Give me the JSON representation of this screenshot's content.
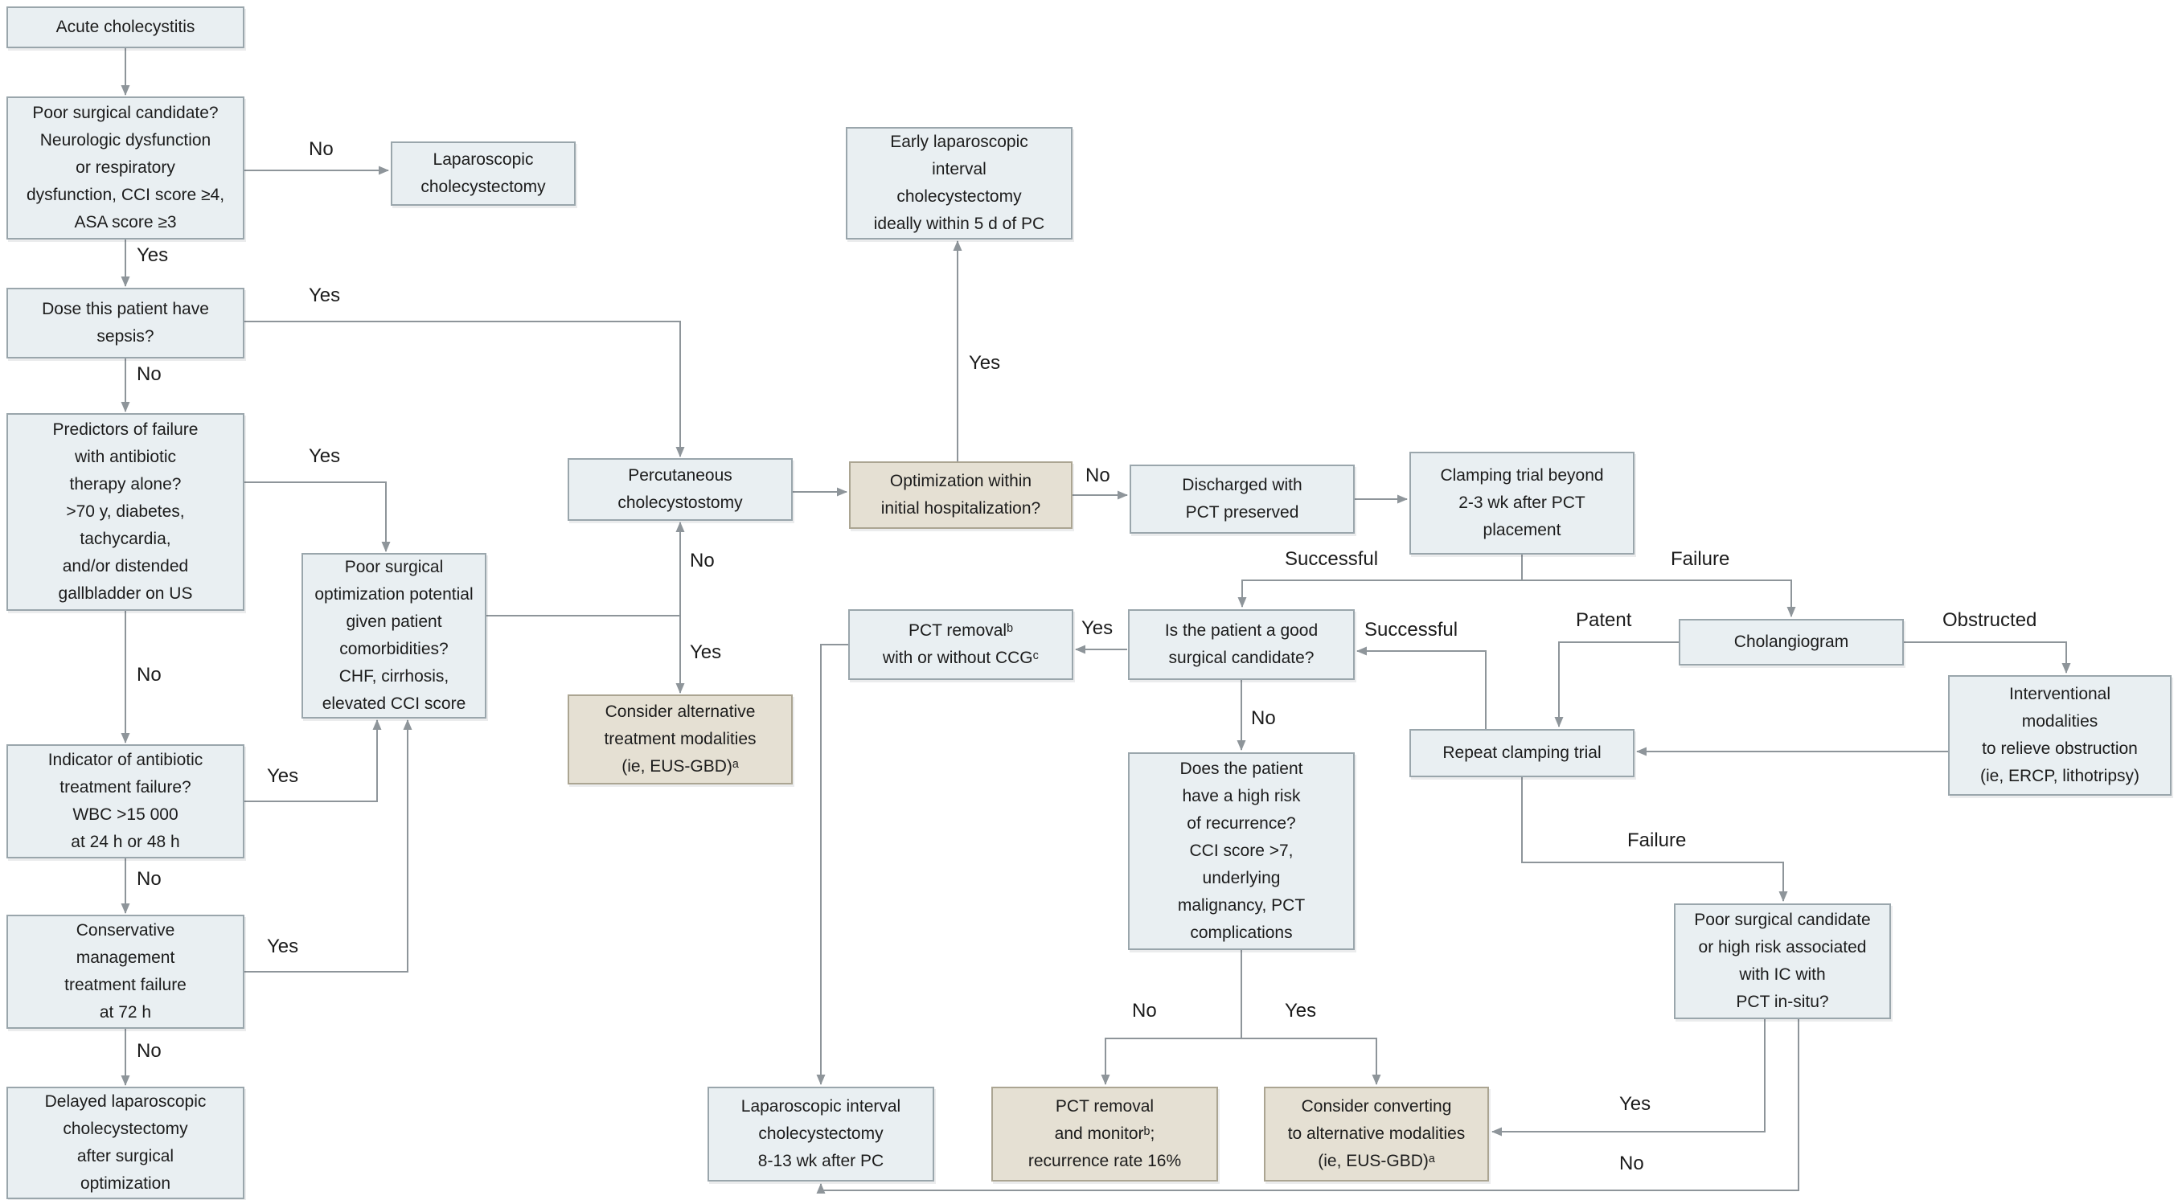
{
  "figure": {
    "title": "Acute cholecystitis management flowchart",
    "type": "flowchart"
  },
  "theme": {
    "background": "#ffffff",
    "box_fill": "#e9eff2",
    "box_fill_alt": "#e5e0d3",
    "box_border": "#9aa6ac",
    "box_border_alt": "#aba592",
    "line": "#8e959a",
    "text": "#1c1c1c"
  },
  "nodes": [
    {
      "id": "acute-cholecystitis",
      "kind": "blue",
      "text": "Acute cholecystitis"
    },
    {
      "id": "poor-surgical-candidate",
      "kind": "blue",
      "text": "Poor surgical candidate?\nNeurologic dysfunction\nor respiratory\ndysfunction, CCI score ≥4,\nASA score ≥3"
    },
    {
      "id": "sepsis-question",
      "kind": "blue",
      "text": "Dose this patient have\nsepsis?"
    },
    {
      "id": "predictors-of-failure",
      "kind": "blue",
      "text": "Predictors of failure\nwith antibiotic\ntherapy alone?\n>70 y, diabetes,\ntachycardia,\nand/or distended\ngallbladder on US"
    },
    {
      "id": "antibiotic-failure-indicator",
      "kind": "blue",
      "text": "Indicator of antibiotic\ntreatment failure?\nWBC >15 000\nat 24 h or 48 h"
    },
    {
      "id": "conservative-management-failure",
      "kind": "blue",
      "text": "Conservative\nmanagement\ntreatment failure\nat 72 h"
    },
    {
      "id": "delayed-laparoscopic-cholecystectomy",
      "kind": "blue",
      "text": "Delayed laparoscopic\ncholecystectomy\nafter surgical\noptimization"
    },
    {
      "id": "laparoscopic-cholecystectomy",
      "kind": "blue",
      "text": "Laparoscopic\ncholecystectomy"
    },
    {
      "id": "poor-surgical-optimization",
      "kind": "blue",
      "text": "Poor surgical\noptimization potential\ngiven patient\ncomorbidities?\nCHF, cirrhosis,\nelevated CCI score"
    },
    {
      "id": "percutaneous-cholecystostomy",
      "kind": "blue",
      "text": "Percutaneous\ncholecystostomy"
    },
    {
      "id": "consider-alternative-modalities",
      "kind": "tan",
      "text": "Consider alternative\ntreatment modalities\n(ie, EUS-GBD)ᵃ"
    },
    {
      "id": "early-interval-cholecystectomy",
      "kind": "blue",
      "text": "Early laparoscopic\ninterval\ncholecystectomy\nideally within 5 d of PC"
    },
    {
      "id": "optimization-within-hospitalization",
      "kind": "tan",
      "text": "Optimization within\ninitial hospitalization?"
    },
    {
      "id": "pct-removal",
      "kind": "blue",
      "text": "PCT removalᵇ\nwith or without CCGᶜ"
    },
    {
      "id": "good-surgical-candidate",
      "kind": "blue",
      "text": "Is the patient a good\nsurgical candidate?"
    },
    {
      "id": "high-risk-recurrence",
      "kind": "blue",
      "text": "Does the patient\nhave a high risk\nof recurrence?\nCCI score >7,\nunderlying\nmalignancy, PCT\ncomplications"
    },
    {
      "id": "discharged-pct-preserved",
      "kind": "blue",
      "text": "Discharged with\nPCT preserved"
    },
    {
      "id": "clamping-trial",
      "kind": "blue",
      "text": "Clamping trial beyond\n2-3 wk after PCT\nplacement"
    },
    {
      "id": "cholangiogram",
      "kind": "blue",
      "text": "Cholangiogram"
    },
    {
      "id": "repeat-clamping-trial",
      "kind": "blue",
      "text": "Repeat clamping trial"
    },
    {
      "id": "interventional-modalities",
      "kind": "blue",
      "text": "Interventional\nmodalities\nto relieve obstruction\n(ie, ERCP, lithotripsy)"
    },
    {
      "id": "interval-cholecystectomy-8-13wk",
      "kind": "blue",
      "text": "Laparoscopic interval\ncholecystectomy\n8-13 wk after PC"
    },
    {
      "id": "poor-candidate-pct-insitu",
      "kind": "blue",
      "text": "Poor surgical candidate\nor high risk associated\nwith IC with\nPCT in-situ?"
    },
    {
      "id": "pct-removal-monitor",
      "kind": "tan",
      "text": "PCT removal\nand monitorᵇ;\nrecurrence rate 16%"
    },
    {
      "id": "consider-converting-modalities",
      "kind": "tan",
      "text": "Consider converting\nto alternative modalities\n(ie, EUS-GBD)ᵃ"
    }
  ],
  "edges": [
    {
      "from": "acute-cholecystitis",
      "to": "poor-surgical-candidate",
      "label": ""
    },
    {
      "from": "poor-surgical-candidate",
      "to": "sepsis-question",
      "label": "Yes"
    },
    {
      "from": "poor-surgical-candidate",
      "to": "laparoscopic-cholecystectomy",
      "label": "No"
    },
    {
      "from": "sepsis-question",
      "to": "predictors-of-failure",
      "label": "No"
    },
    {
      "from": "sepsis-question",
      "to": "percutaneous-cholecystostomy",
      "label": "Yes"
    },
    {
      "from": "predictors-of-failure",
      "to": "poor-surgical-optimization",
      "label": "Yes"
    },
    {
      "from": "predictors-of-failure",
      "to": "antibiotic-failure-indicator",
      "label": "No"
    },
    {
      "from": "antibiotic-failure-indicator",
      "to": "poor-surgical-optimization",
      "label": "Yes"
    },
    {
      "from": "antibiotic-failure-indicator",
      "to": "conservative-management-failure",
      "label": "No"
    },
    {
      "from": "conservative-management-failure",
      "to": "poor-surgical-optimization",
      "label": "Yes"
    },
    {
      "from": "conservative-management-failure",
      "to": "delayed-laparoscopic-cholecystectomy",
      "label": "No"
    },
    {
      "from": "poor-surgical-optimization",
      "to": "percutaneous-cholecystostomy",
      "label": "No"
    },
    {
      "from": "poor-surgical-optimization",
      "to": "consider-alternative-modalities",
      "label": "Yes"
    },
    {
      "from": "percutaneous-cholecystostomy",
      "to": "optimization-within-hospitalization",
      "label": ""
    },
    {
      "from": "optimization-within-hospitalization",
      "to": "early-interval-cholecystectomy",
      "label": "Yes"
    },
    {
      "from": "optimization-within-hospitalization",
      "to": "discharged-pct-preserved",
      "label": "No"
    },
    {
      "from": "discharged-pct-preserved",
      "to": "clamping-trial",
      "label": ""
    },
    {
      "from": "clamping-trial",
      "to": "good-surgical-candidate",
      "label": "Successful"
    },
    {
      "from": "clamping-trial",
      "to": "cholangiogram",
      "label": "Failure"
    },
    {
      "from": "cholangiogram",
      "to": "repeat-clamping-trial",
      "label": "Patent"
    },
    {
      "from": "cholangiogram",
      "to": "interventional-modalities",
      "label": "Obstructed"
    },
    {
      "from": "interventional-modalities",
      "to": "repeat-clamping-trial",
      "label": ""
    },
    {
      "from": "repeat-clamping-trial",
      "to": "good-surgical-candidate",
      "label": "Successful"
    },
    {
      "from": "repeat-clamping-trial",
      "to": "poor-candidate-pct-insitu",
      "label": "Failure"
    },
    {
      "from": "good-surgical-candidate",
      "to": "pct-removal",
      "label": "Yes"
    },
    {
      "from": "good-surgical-candidate",
      "to": "high-risk-recurrence",
      "label": "No"
    },
    {
      "from": "high-risk-recurrence",
      "to": "pct-removal-monitor",
      "label": "No"
    },
    {
      "from": "high-risk-recurrence",
      "to": "consider-converting-modalities",
      "label": "Yes"
    },
    {
      "from": "pct-removal",
      "to": "interval-cholecystectomy-8-13wk",
      "label": ""
    },
    {
      "from": "poor-candidate-pct-insitu",
      "to": "consider-converting-modalities",
      "label": "Yes"
    },
    {
      "from": "poor-candidate-pct-insitu",
      "to": "interval-cholecystectomy-8-13wk",
      "label": "No"
    }
  ]
}
